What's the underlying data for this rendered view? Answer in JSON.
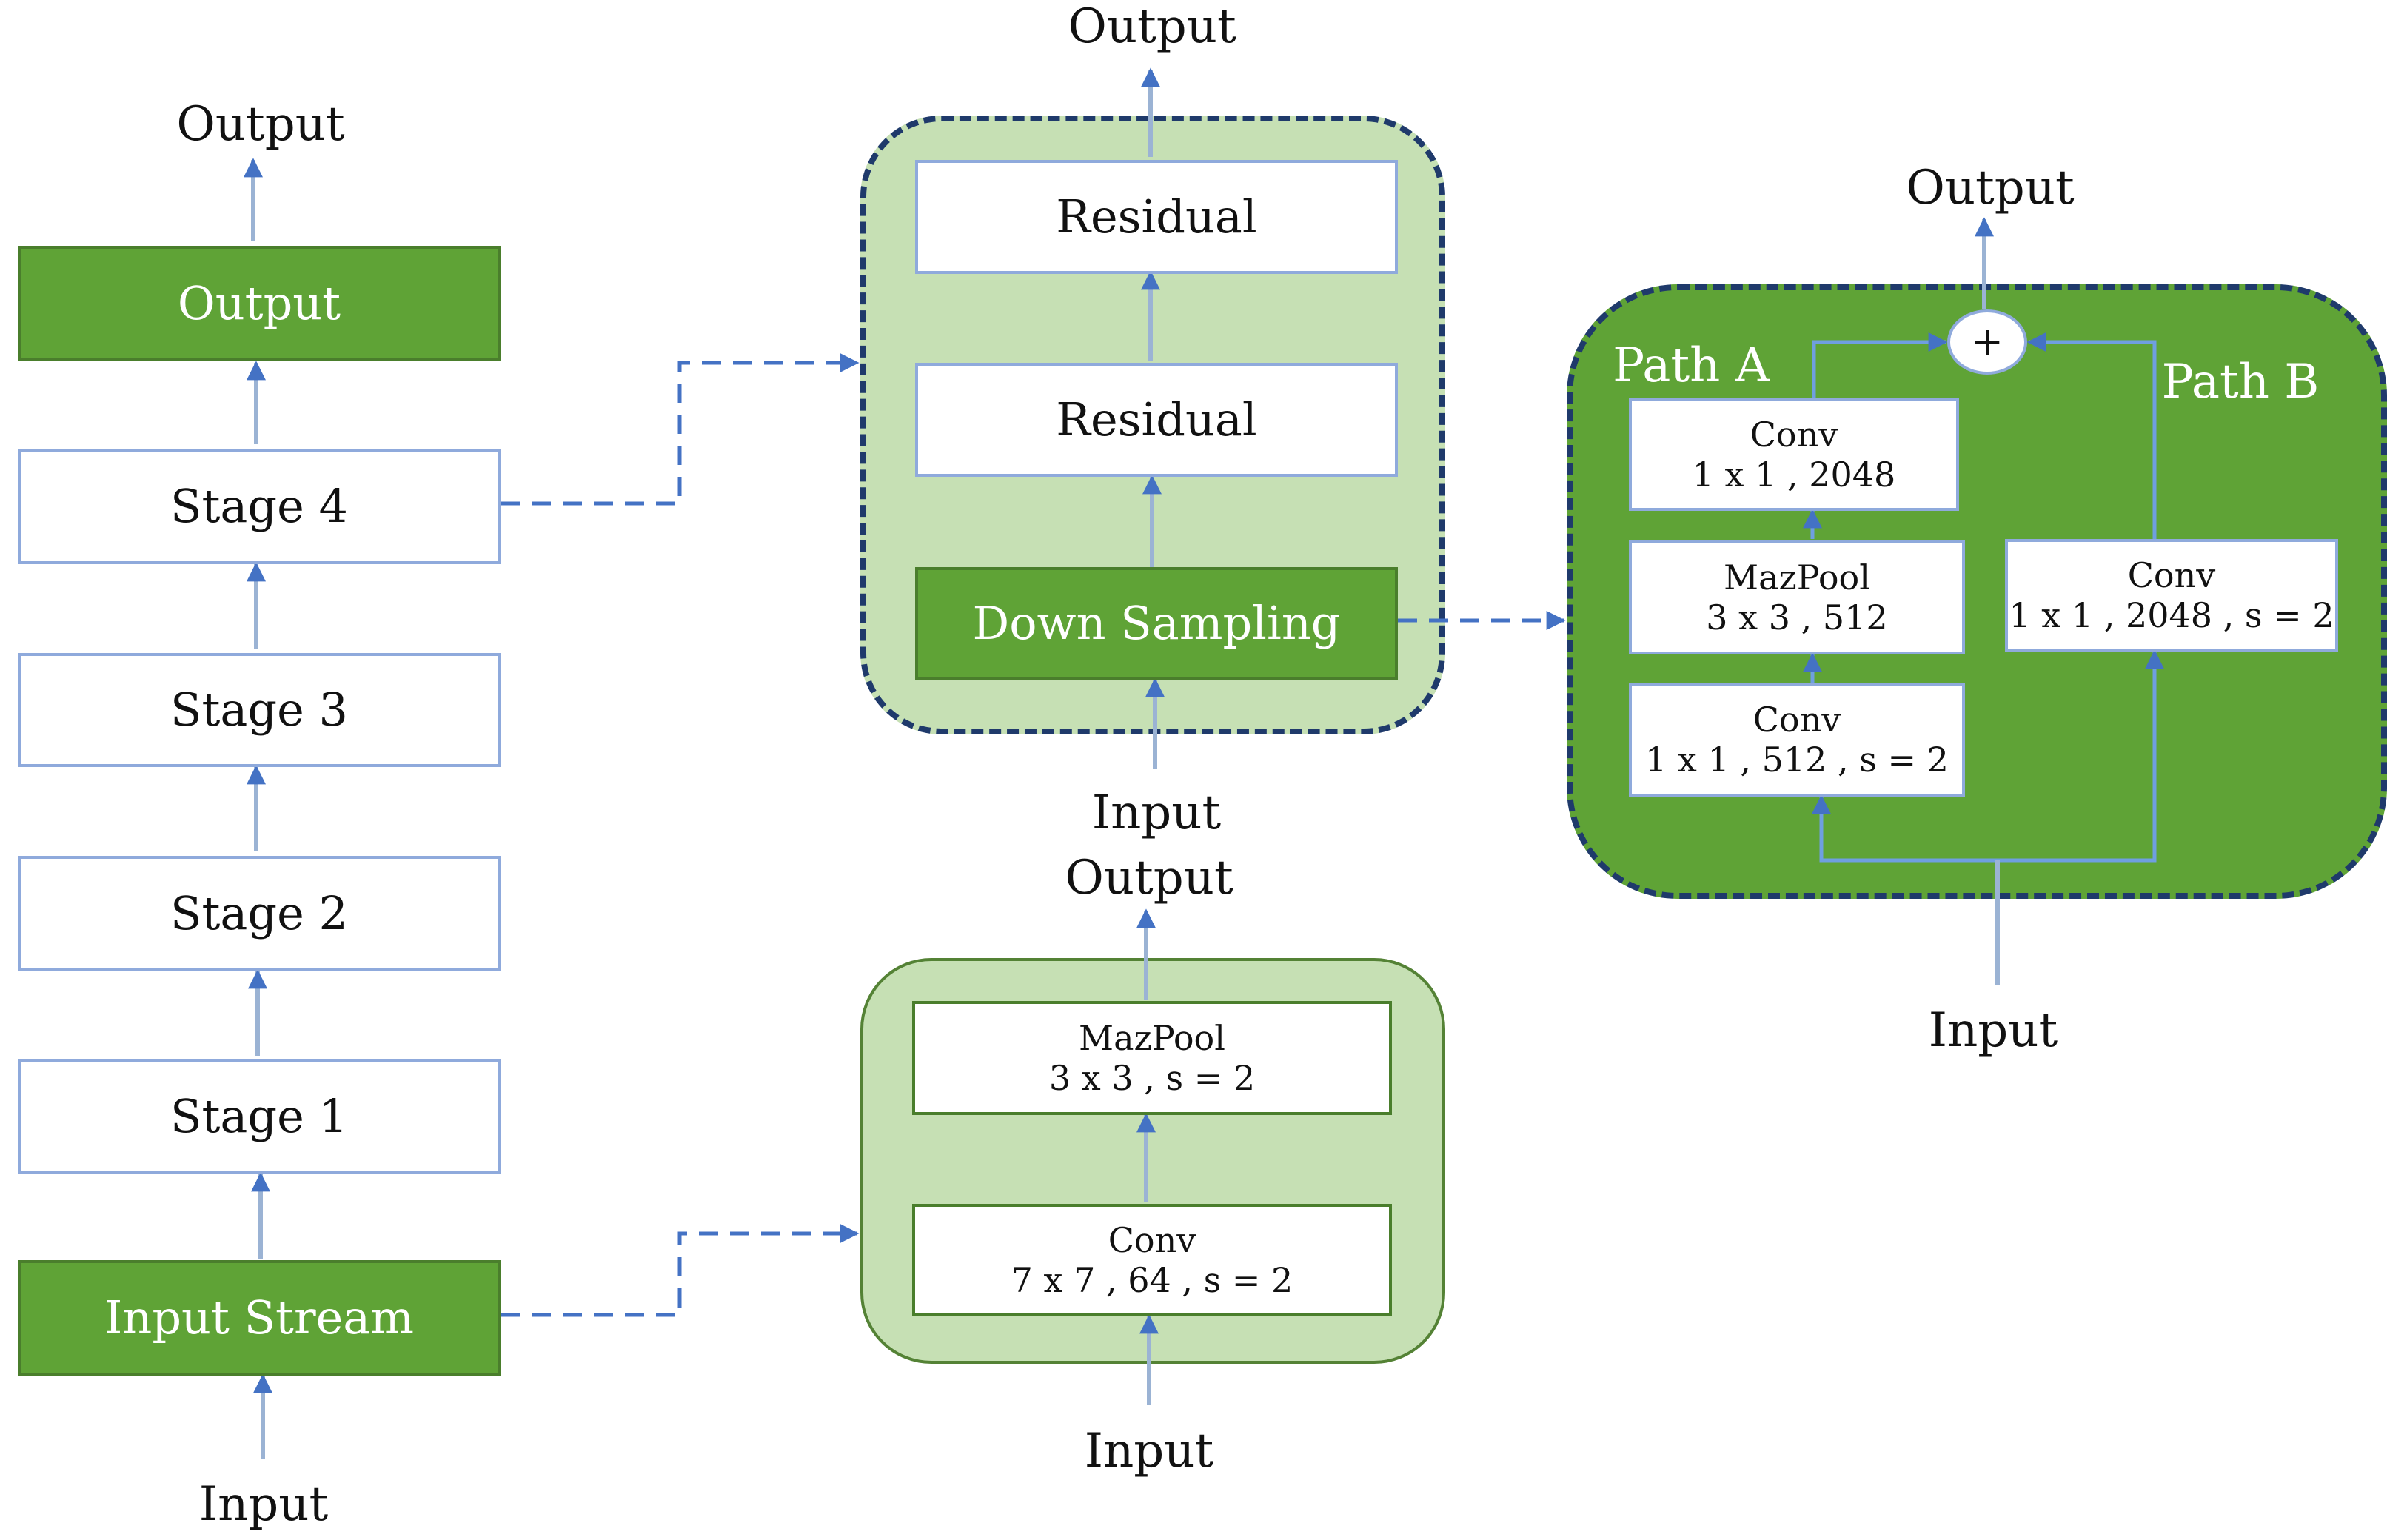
{
  "backbone": {
    "output_label": "Output",
    "input_label": "Input",
    "blocks": [
      "Output",
      "Stage 4",
      "Stage 3",
      "Stage 2",
      "Stage 1",
      "Input Stream"
    ]
  },
  "stage_detail": {
    "output_label": "Output",
    "input_label": "Input",
    "blocks": [
      "Residual",
      "Residual",
      "Down Sampling"
    ]
  },
  "stem_detail": {
    "output_label": "Output",
    "input_label": "Input",
    "blocks": [
      {
        "title": "MazPool",
        "params": "3 x 3 , s = 2"
      },
      {
        "title": "Conv",
        "params": "7 x 7 , 64 , s = 2"
      }
    ]
  },
  "downsampling_detail": {
    "output_label": "Output",
    "input_label": "Input",
    "merge_symbol": "+",
    "path_a": {
      "label": "Path A",
      "blocks": [
        {
          "title": "Conv",
          "params": "1 x 1 , 2048"
        },
        {
          "title": "MazPool",
          "params": "3 x 3 , 512"
        },
        {
          "title": "Conv",
          "params": "1 x 1 , 512 , s = 2"
        }
      ]
    },
    "path_b": {
      "label": "Path B",
      "blocks": [
        {
          "title": "Conv",
          "params": "1 x 1 , 2048 , s = 2"
        }
      ]
    }
  },
  "colors": {
    "dark_green": "#5fa336",
    "light_green": "#c6e0b4",
    "box_border_blue": "#8faadc",
    "arrow_blue": "#4472c4",
    "dashed_navy": "#1f3a6b"
  }
}
